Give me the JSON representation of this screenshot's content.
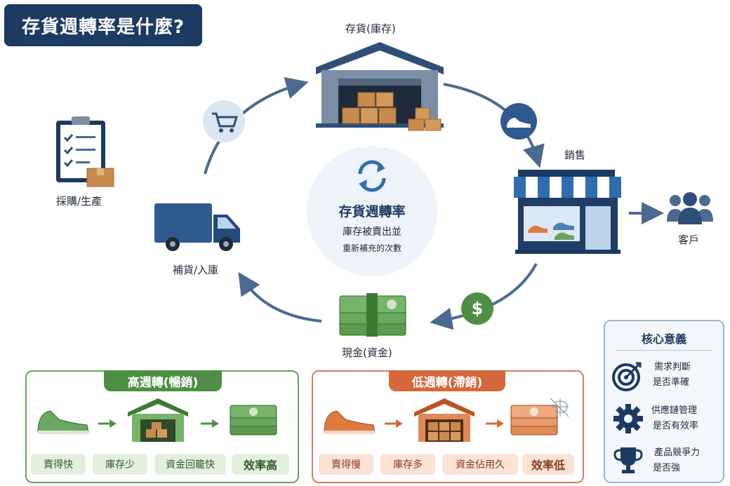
{
  "title": "存貨週轉率是什麼?",
  "cycle": {
    "inventory_label": "存貨(庫存)",
    "sales_label": "銷售",
    "customer_label": "客戶",
    "cash_label": "現金(資金)",
    "restock_label": "補貨/入庫",
    "procurement_label": "採購/生產",
    "center": {
      "title": "存貨週轉率",
      "subtitle_line1": "庫存被賣出並",
      "subtitle_line2": "重新補充的次數"
    }
  },
  "high_turnover": {
    "header": "高週轉(暢銷)",
    "chips": [
      "賣得快",
      "庫存少",
      "資金回籠快",
      "效率高"
    ],
    "color": "#4f8f45"
  },
  "low_turnover": {
    "header": "低週轉(滯銷)",
    "chips": [
      "賣得慢",
      "庫存多",
      "資金佔用久",
      "效率低"
    ],
    "color": "#d4683a"
  },
  "core_meaning": {
    "title": "核心意義",
    "items": [
      {
        "icon": "target-icon",
        "line1": "需求判斷",
        "line2": "是否準確"
      },
      {
        "icon": "gear-icon",
        "line1": "供應鏈管理",
        "line2": "是否有效率"
      },
      {
        "icon": "trophy-icon",
        "line1": "產品競爭力",
        "line2": "是否強"
      }
    ]
  },
  "colors": {
    "navy": "#1d3a63",
    "arrow": "#4a6a90",
    "green": "#4f8f45",
    "orange": "#d4683a"
  }
}
